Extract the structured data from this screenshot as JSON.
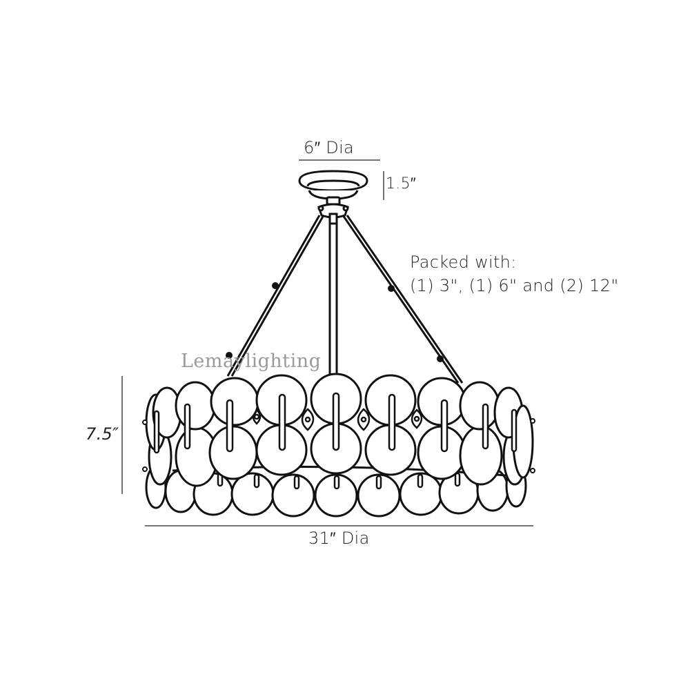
{
  "diagram": {
    "subject": "chandelier dimension drawing",
    "labels": {
      "canopy_diameter": "6″ Dia",
      "canopy_height": "1.5″",
      "fixture_height": "7.5″",
      "fixture_diameter": "31″ Dia"
    },
    "packed_with": {
      "title": "Packed with:",
      "contents": "(1) 3\", (1) 6\" and (2) 12\""
    },
    "watermark": "Lemaylighting",
    "colors": {
      "line": "#111111",
      "dimension_line": "#444444",
      "watermark": "#9a9a9a",
      "background": "#ffffff"
    }
  }
}
